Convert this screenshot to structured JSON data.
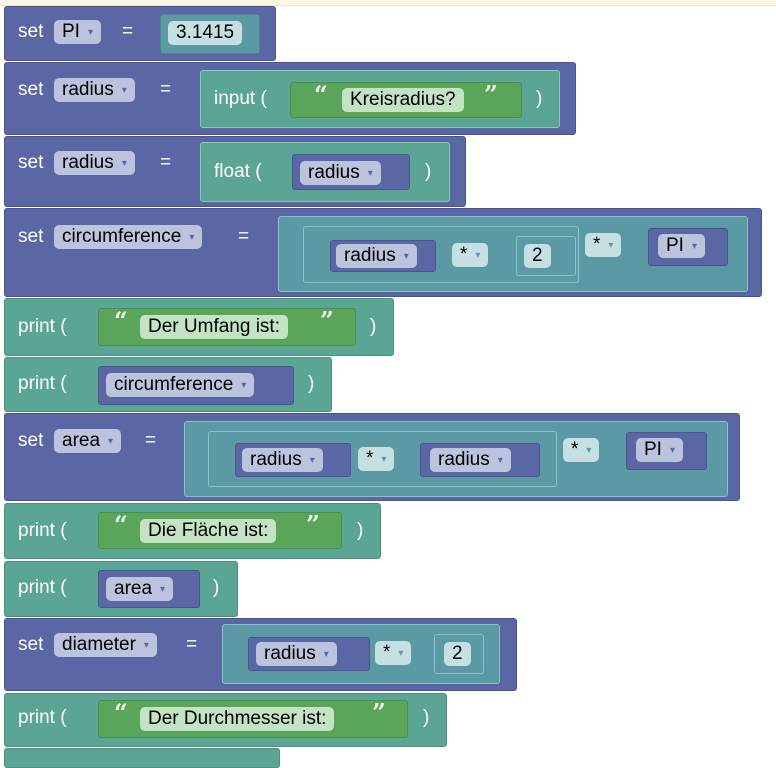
{
  "kw": {
    "set": "set",
    "eq": "=",
    "print": "print (",
    "input": "input (",
    "float": "float (",
    "close": ")",
    "open_q": "“",
    "close_q": "”",
    "arrow": "▾"
  },
  "blocks": {
    "b1": {
      "var": "PI",
      "value": "3.1415"
    },
    "b2": {
      "var": "radius",
      "prompt": "Kreisradius?"
    },
    "b3": {
      "var": "radius",
      "arg": "radius"
    },
    "b4": {
      "var": "circumference",
      "a": "radius",
      "op1": "*",
      "n": "2",
      "op2": "*",
      "b": "PI"
    },
    "b5": {
      "text": "Der Umfang ist:"
    },
    "b6": {
      "arg": "circumference"
    },
    "b7": {
      "var": "area",
      "a": "radius",
      "op1": "*",
      "b": "radius",
      "op2": "*",
      "c": "PI"
    },
    "b8": {
      "text": "Die Fläche ist:"
    },
    "b9": {
      "arg": "area"
    },
    "b10": {
      "var": "diameter",
      "a": "radius",
      "op": "*",
      "n": "2"
    },
    "b11": {
      "text": "Der Durchmesser ist:"
    }
  },
  "colors": {
    "variables": "#5b67a5",
    "print": "#5ba594",
    "math": "#5b9aa5",
    "text": "#5ba55b"
  }
}
